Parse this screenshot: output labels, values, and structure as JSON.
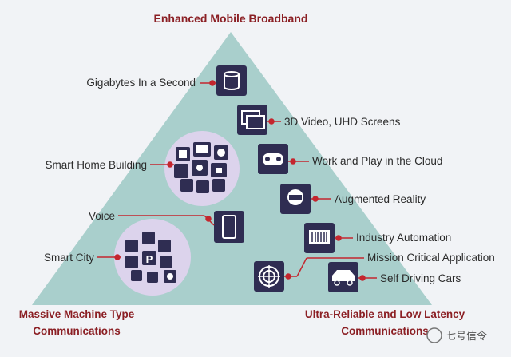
{
  "title": "Enhanced Mobile Broadband",
  "corner_left": [
    "Massive Machine Type",
    "Communications"
  ],
  "corner_right": [
    "Ultra-Reliable and Low Latency",
    "Communications"
  ],
  "watermark": "七号信令",
  "labels": {
    "gigabytes": "Gigabytes In a Second",
    "video3d": "3D Video, UHD Screens",
    "cloud": "Work and Play in the Cloud",
    "ar": "Augmented Reality",
    "industry": "Industry Automation",
    "mission": "Mission Critical Application",
    "cars": "Self Driving Cars",
    "home": "Smart Home Building",
    "voice": "Voice",
    "city": "Smart City"
  },
  "icons": {
    "gigabytes": "storage-cylinder-icon",
    "video3d": "screens-icon",
    "cloud": "gamepad-icon",
    "ar": "vr-headset-icon",
    "industry": "barcode-scanner-icon",
    "mission": "target-icon",
    "cars": "car-icon",
    "voice": "smartphone-icon",
    "home": "smart-home-icons-cluster",
    "city": "smart-city-icons-cluster"
  },
  "colors": {
    "triangle": "#a9cfcc",
    "icon_tile": "#2f2d52",
    "accent_red": "#c4262e",
    "title_red": "#8b1f24",
    "cluster_bg": "#dcd3ec"
  }
}
